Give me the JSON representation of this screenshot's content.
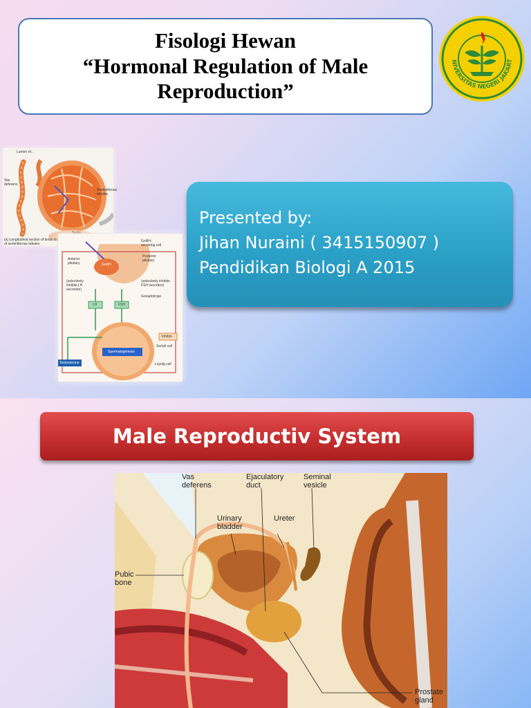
{
  "slide1": {
    "title_lines": [
      "Fisologi Hewan",
      "“Hormonal Regulation of Male",
      "Reproduction”"
    ],
    "logo_text": "UNIVERSITAS NEGERI JAKARTA",
    "presenter_lines": [
      "Presented by:",
      "Jihan Nuraini ( 3415150907 )",
      "Pendidikan Biologi A 2015"
    ],
    "testis_figure": {
      "labels": [
        "Lumen of...",
        "Vas deferens",
        "Seminiferous tubules",
        "Testis",
        "(a) Longitudinal section of testis showing location and arrangement of seminiferous tubules"
      ]
    },
    "hormone_figure": {
      "labels": [
        "GnRH",
        "GnRH-secreting cell",
        "Anterior pituitary",
        "Posterior pituitary",
        "(selectively inhibits LH secretion)",
        "(selectively inhibits FSH secretion)",
        "Gonadotrope",
        "LH",
        "FSH",
        "Inhibin",
        "Sertoli cell",
        "Spermatogenesis",
        "Leydig cell",
        "Testosterone"
      ]
    }
  },
  "slide2": {
    "banner": "Male Reproductiv System",
    "anatomy_labels": {
      "vas_deferens": [
        "Vas",
        "deferens"
      ],
      "ejaculatory_duct": [
        "Ejaculatory",
        "duct"
      ],
      "seminal_vesicle": [
        "Seminal",
        "vesicle"
      ],
      "urinary_bladder": [
        "Urinary",
        "bladder"
      ],
      "ureter": "Ureter",
      "pubic_bone": [
        "Pubic",
        "bone"
      ],
      "prostate_gland": [
        "Prostate",
        "gland"
      ]
    }
  }
}
